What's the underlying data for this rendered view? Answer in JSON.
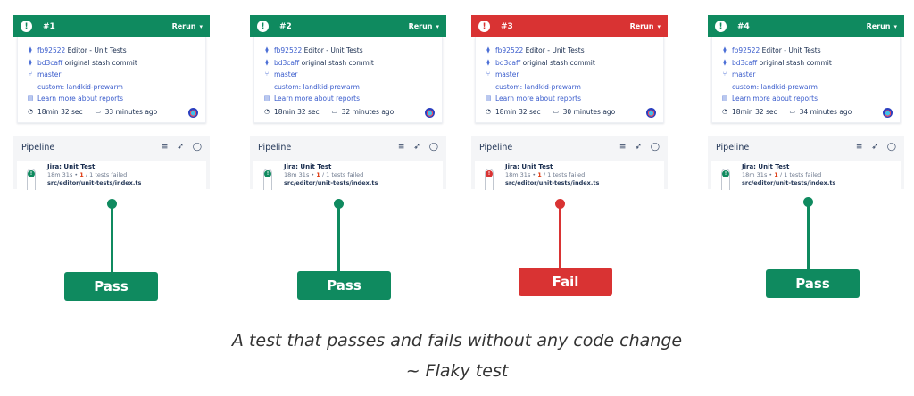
{
  "colors": {
    "pass": "#0f8a5f",
    "fail": "#d93333"
  },
  "runs": [
    {
      "number": "#1",
      "status": "pass",
      "rerun": "Rerun",
      "commit_hash": "fb92522",
      "commit_title": "Editor - Unit Tests",
      "stash_hash": "bd3caff",
      "stash_title": "original stash commit",
      "branch": "master",
      "custom": "custom: landkid-prewarm",
      "reports_link": "Learn more about reports",
      "duration": "18min 32 sec",
      "ago": "33 minutes ago",
      "pipeline_title": "Pipeline",
      "job_title": "Jira: Unit Test",
      "job_time": "18m 31s",
      "job_failed": "1",
      "job_total": "/ 1 tests failed",
      "job_path": "src/editor/unit-tests/index.ts",
      "badge": "Pass"
    },
    {
      "number": "#2",
      "status": "pass",
      "rerun": "Rerun",
      "commit_hash": "fb92522",
      "commit_title": "Editor - Unit Tests",
      "stash_hash": "bd3caff",
      "stash_title": "original stash commit",
      "branch": "master",
      "custom": "custom: landkid-prewarm",
      "reports_link": "Learn more about reports",
      "duration": "18min 32 sec",
      "ago": "32 minutes ago",
      "pipeline_title": "Pipeline",
      "job_title": "Jira: Unit Test",
      "job_time": "18m 31s",
      "job_failed": "1",
      "job_total": "/ 1 tests failed",
      "job_path": "src/editor/unit-tests/index.ts",
      "badge": "Pass"
    },
    {
      "number": "#3",
      "status": "fail",
      "rerun": "Rerun",
      "commit_hash": "fb92522",
      "commit_title": "Editor - Unit Tests",
      "stash_hash": "bd3caff",
      "stash_title": "original stash commit",
      "branch": "master",
      "custom": "custom: landkid-prewarm",
      "reports_link": "Learn more about reports",
      "duration": "18min 32 sec",
      "ago": "30 minutes ago",
      "pipeline_title": "Pipeline",
      "job_title": "Jira: Unit Test",
      "job_time": "18m 31s",
      "job_failed": "1",
      "job_total": "/ 1 tests failed",
      "job_path": "src/editor/unit-tests/index.ts",
      "badge": "Fail"
    },
    {
      "number": "#4",
      "status": "pass",
      "rerun": "Rerun",
      "commit_hash": "fb92522",
      "commit_title": "Editor - Unit Tests",
      "stash_hash": "bd3caff",
      "stash_title": "original stash commit",
      "branch": "master",
      "custom": "custom: landkid-prewarm",
      "reports_link": "Learn more about reports",
      "duration": "18min 32 sec",
      "ago": "34 minutes ago",
      "pipeline_title": "Pipeline",
      "job_title": "Jira: Unit Test",
      "job_time": "18m 31s",
      "job_failed": "1",
      "job_total": "/ 1 tests failed",
      "job_path": "src/editor/unit-tests/index.ts",
      "badge": "Pass"
    }
  ],
  "icons": {
    "alert": "!",
    "chevron": "▾",
    "commit": "⧫",
    "branch": "⑂",
    "report": "▤",
    "clock": "◔",
    "calendar": "▭",
    "filter": "≡",
    "rocket": "➶",
    "circle": "◯"
  },
  "caption": {
    "line1": "A test that passes and fails without any code change",
    "line2": "~ Flaky test"
  }
}
